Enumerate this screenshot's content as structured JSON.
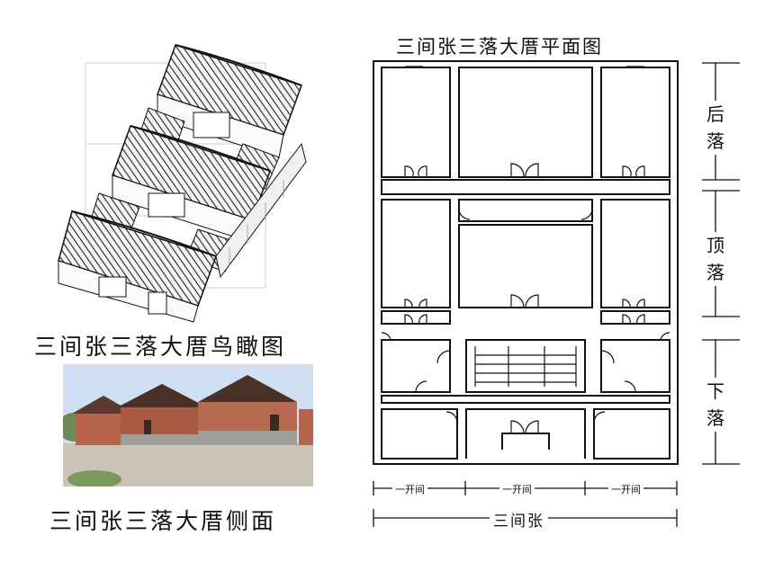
{
  "aerial": {
    "caption": "三间张三落大厝鸟瞰图"
  },
  "photo": {
    "caption": "三间张三落大厝侧面"
  },
  "plan": {
    "title": "三间张三落大厝平面图",
    "sections": [
      {
        "label": "后\n落"
      },
      {
        "label": "顶\n落"
      },
      {
        "label": "下\n落"
      }
    ],
    "bays": [
      "一开间",
      "一开间",
      "一开间"
    ],
    "span": "三间张"
  },
  "colors": {
    "line": "#111111",
    "roof": "#3a3a3a",
    "sky": "#cfe0f2",
    "brick": "#b5634a",
    "ground": "#c9c3b8"
  }
}
